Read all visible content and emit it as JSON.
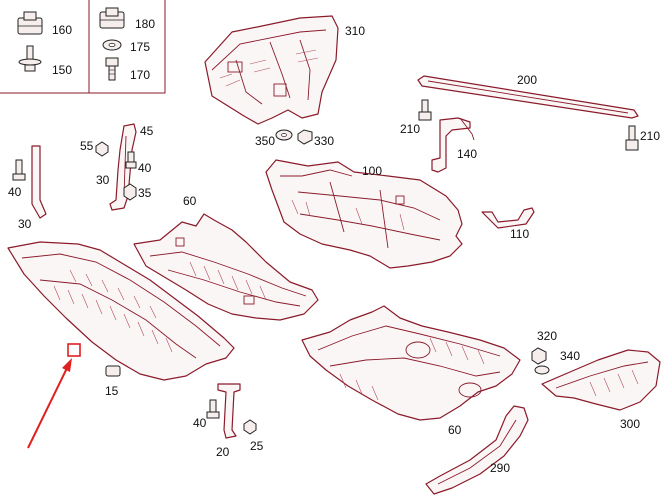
{
  "diagram": {
    "accent_color": "#8a1b2b",
    "arrow_color": "#e02020",
    "highlight_color": "#e02020",
    "labels": {
      "p160": "160",
      "p150": "150",
      "p180": "180",
      "p175": "175",
      "p170": "170",
      "p310": "310",
      "p200": "200",
      "p210a": "210",
      "p210b": "210",
      "p350": "350",
      "p330": "330",
      "p140": "140",
      "p100": "100",
      "p110": "110",
      "p55": "55",
      "p45": "45",
      "p40a": "40",
      "p30a": "30",
      "p35": "35",
      "p40b": "40",
      "p30b": "30",
      "p60a": "60",
      "p15": "15",
      "p40c": "40",
      "p20": "20",
      "p25": "25",
      "p320": "320",
      "p340": "340",
      "p60b": "60",
      "p300": "300",
      "p290": "290"
    }
  }
}
